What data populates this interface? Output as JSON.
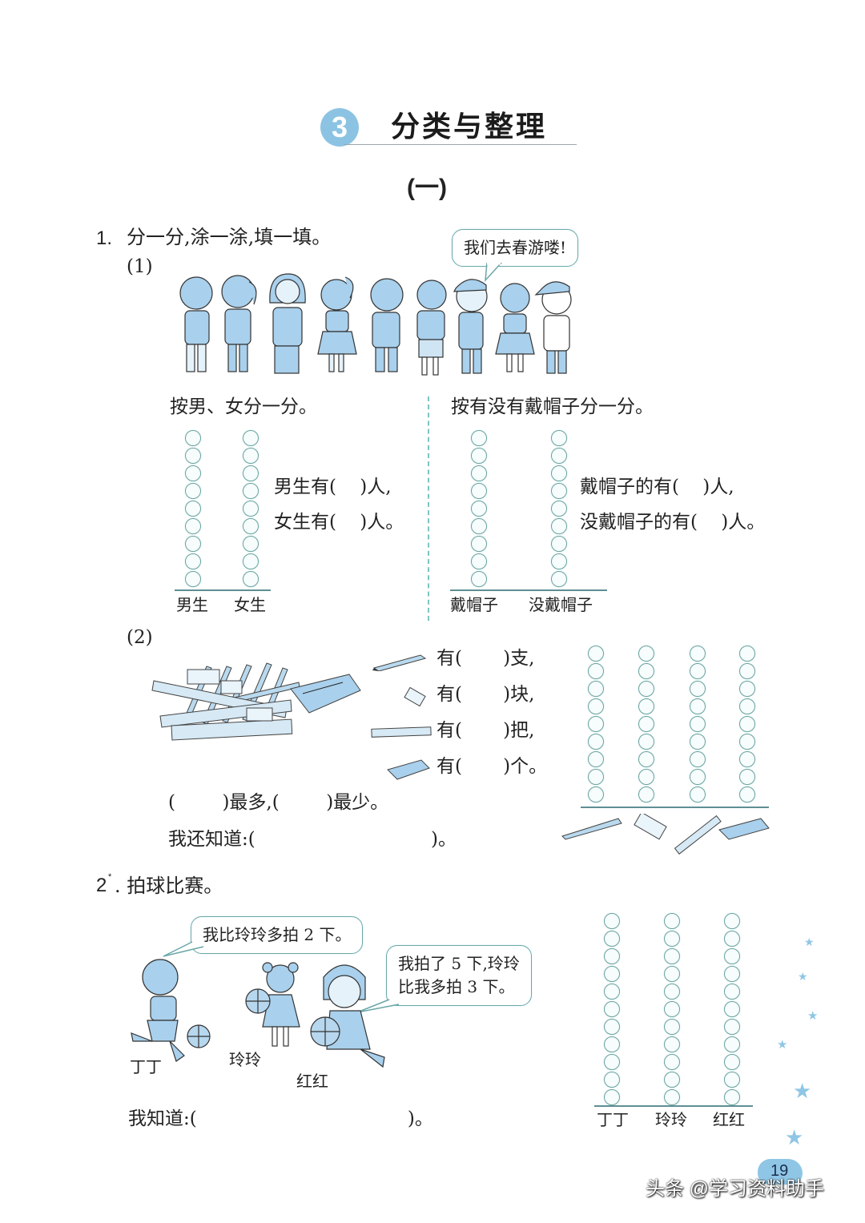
{
  "header": {
    "chapter_number": "3",
    "chapter_title": "分类与整理",
    "section_title": "(一)"
  },
  "problem1": {
    "number": "1.",
    "instruction": "分一分,涂一涂,填一填。",
    "part1": {
      "label": "(1)",
      "speech_bubble": "我们去春游喽!",
      "children_count": 9,
      "left": {
        "prompt": "按男、女分一分。",
        "columns": [
          "男生",
          "女生"
        ],
        "circles_per_column": 9,
        "fill_lines": [
          "男生有(    )人,",
          "女生有(    )人。"
        ]
      },
      "right": {
        "prompt": "按有没有戴帽子分一分。",
        "columns": [
          "戴帽子",
          "没戴帽子"
        ],
        "circles_per_column": 9,
        "fill_lines": [
          "戴帽子的有(    )人,",
          "没戴帽子的有(    )人。"
        ]
      }
    },
    "part2": {
      "label": "(2)",
      "items": [
        {
          "icon": "pencil-icon",
          "text": "有(       )支,"
        },
        {
          "icon": "eraser-icon",
          "text": "有(       )块,"
        },
        {
          "icon": "ruler-icon",
          "text": "有(       )把,"
        },
        {
          "icon": "pencil-case-icon",
          "text": "有(       )个。"
        }
      ],
      "most_least": "(        )最多,(        )最少。",
      "also_know": "我还知道:(                              )。",
      "columns": [
        "pencil",
        "eraser",
        "ruler",
        "pencil-case"
      ],
      "circles_per_column": 9
    }
  },
  "problem2": {
    "number": "2",
    "star_mark": "*",
    "title": ". 拍球比赛。",
    "bubble_dingding": "我比玲玲多拍 2 下。",
    "bubble_honghong": "我拍了 5 下,玲玲\n比我多拍 3 下。",
    "names": [
      "丁丁",
      "玲玲",
      "红红"
    ],
    "i_know": "我知道:(                                    )。",
    "columns": [
      "丁丁",
      "玲玲",
      "红红"
    ],
    "circles_per_column": 11
  },
  "footer": {
    "page_number": "19",
    "watermark": "头条 @学习资料助手"
  },
  "colors": {
    "accent_blue": "#8cc3e3",
    "circle_stroke": "#6aa39f",
    "figure_blue": "#a9d0ec"
  }
}
